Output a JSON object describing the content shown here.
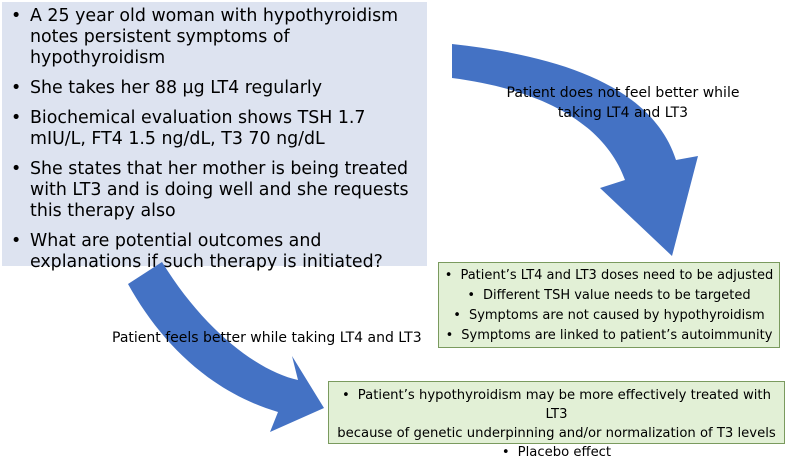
{
  "case": {
    "bullets": [
      "A 25 year old woman with hypothyroidism notes persistent symptoms of hypothyroidism",
      "She takes her 88 µg LT4 regularly",
      "Biochemical evaluation shows TSH 1.7 mIU/L, FT4 1.5 ng/dL, T3 70 ng/dL",
      "She states that her mother is being treated with LT3 and is doing well and she requests this therapy also",
      "What are potential outcomes and explanations if such therapy is initiated?"
    ]
  },
  "branch_not_better": {
    "label_line1": "Patient does not feel better while",
    "label_line2": "taking LT4 and LT3",
    "outcomes": [
      "Patient’s LT4 and LT3 doses need to be adjusted",
      "Different TSH value needs to be targeted",
      "Symptoms are not caused by hypothyroidism",
      "Symptoms are linked to patient’s autoimmunity"
    ]
  },
  "branch_better": {
    "label": "Patient feels better while taking LT4 and LT3",
    "outcomes": [
      "Patient’s hypothyroidism may be more effectively  treated with LT3",
      "because of genetic underpinning and/or normalization of T3 levels",
      "Placebo effect"
    ]
  },
  "colors": {
    "arrow": "#4472c4",
    "case_box": "#dde3f0",
    "outcome_box": "#e2f0d6",
    "outcome_border": "#7a9a5e"
  },
  "icons": [
    "curved-arrow-down-right",
    "curved-arrow-down"
  ]
}
